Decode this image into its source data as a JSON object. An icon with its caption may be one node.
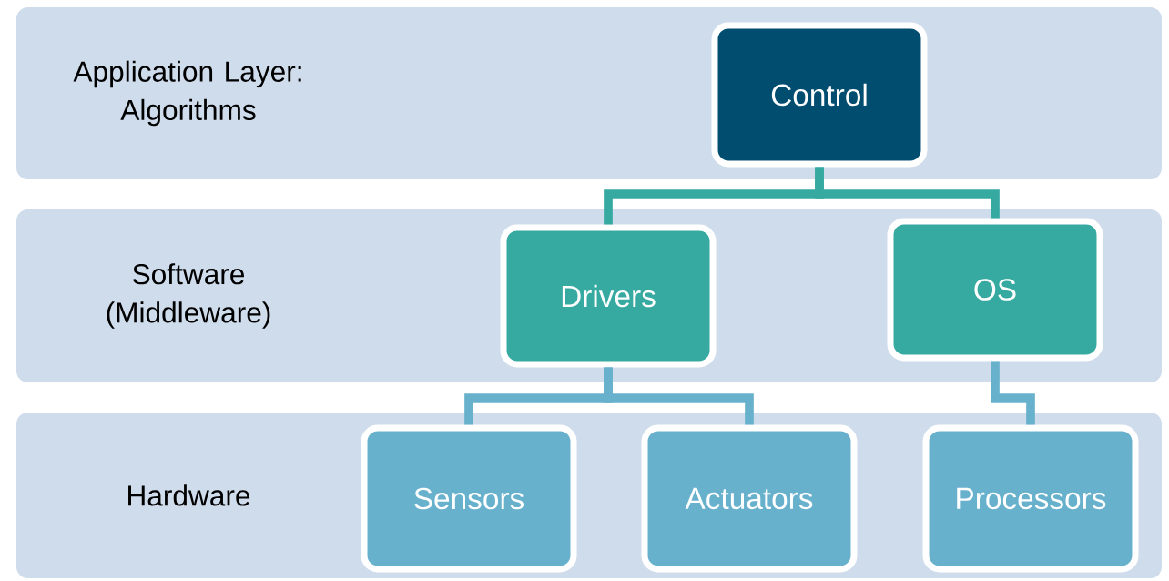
{
  "diagram": {
    "nodes": [
      {
        "text": [
          "Application Layer: Algorithms"
        ]
      },
      {
        "text": [
          "Control"
        ],
        "in": 0
      },
      {
        "text": [
          "Software (Middleware)"
        ]
      },
      {
        "text": [
          "Drivers"
        ],
        "in": 2
      },
      {
        "text": [
          "OS"
        ],
        "in": 2
      },
      {
        "text": [
          "Hardware"
        ]
      },
      {
        "text": [
          "Sensors"
        ],
        "in": 5
      },
      {
        "text": [
          "Actuators"
        ],
        "in": 5
      },
      {
        "text": [
          "Processors"
        ],
        "in": 5
      }
    ],
    "edges": [
      {
        "from": 1,
        "to": 3,
        "arrow": "none",
        "color": "#36a9a1"
      },
      {
        "from": 1,
        "to": 4,
        "arrow": "none",
        "color": "#36a9a1"
      },
      {
        "from": 3,
        "to": 6,
        "arrow": "none"
      },
      {
        "from": 3,
        "to": 7,
        "arrow": "none"
      },
      {
        "from": 4,
        "to": 8,
        "arrow": "none"
      }
    ]
  }
}
